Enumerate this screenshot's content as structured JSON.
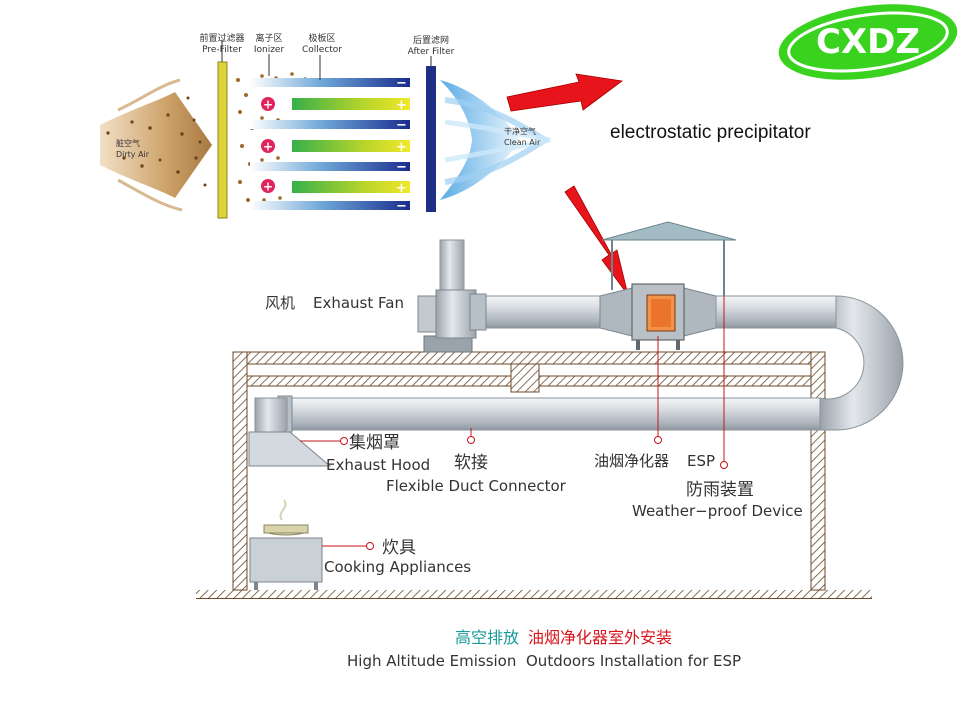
{
  "logo": {
    "text": "CXDZ",
    "color": "#39d21e"
  },
  "esp_diagram": {
    "labels": {
      "pre_filter_cn": "前置过滤器",
      "pre_filter_en": "Pre-Filter",
      "ionizer_cn": "离子区",
      "ionizer_en": "Ionizer",
      "collector_cn": "极板区",
      "collector_en": "Collector",
      "after_filter_cn": "后置滤网",
      "after_filter_en": "After Filter",
      "dirty_air_cn": "脏空气",
      "dirty_air_en": "Dirty Air",
      "clean_air_cn": "干净空气",
      "clean_air_en": "Clean Air"
    },
    "plus_sign": "+",
    "minus_sign": "−"
  },
  "annotation": {
    "text": "electrostatic precipitator",
    "arrow_color": "#e8141c"
  },
  "installation": {
    "exhaust_fan_cn": "风机",
    "exhaust_fan_en": "Exhaust Fan",
    "exhaust_hood_cn": "集烟罩",
    "exhaust_hood_en": "Exhaust Hood",
    "flex_duct_cn": "软接",
    "flex_duct_en": "Flexible Duct Connector",
    "esp_cn": "油烟净化器",
    "esp_en": "ESP",
    "weather_cn": "防雨装置",
    "weather_en": "Weather−proof Device",
    "cooking_cn": "炊具",
    "cooking_en": "Cooking Appliances"
  },
  "caption": {
    "left_cn": "高空排放",
    "right_cn": "油烟净化器室外安装",
    "left_en": "High Altitude Emission",
    "right_en": "Outdoors Installation for ESP",
    "left_color": "#1a9a9a",
    "right_color": "#d8141c"
  }
}
